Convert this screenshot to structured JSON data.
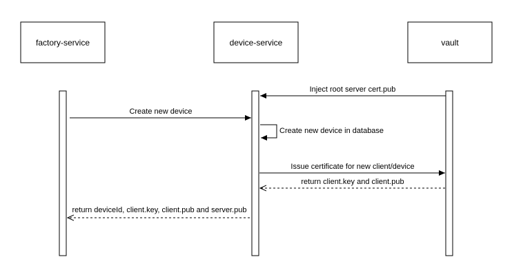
{
  "actors": {
    "factory": {
      "label": "factory-service"
    },
    "device": {
      "label": "device-service"
    },
    "vault": {
      "label": "vault"
    }
  },
  "messages": [
    {
      "from": "vault",
      "to": "device",
      "label": "Inject root server cert.pub",
      "style": "solid"
    },
    {
      "from": "factory",
      "to": "device",
      "label": "Create new device",
      "style": "solid"
    },
    {
      "from": "device",
      "to": "device",
      "label": "Create new device in database",
      "style": "solid"
    },
    {
      "from": "device",
      "to": "vault",
      "label": "Issue certificate for new client/device",
      "style": "solid"
    },
    {
      "from": "vault",
      "to": "device",
      "label": "return client.key and client.pub",
      "style": "dashed"
    },
    {
      "from": "device",
      "to": "factory",
      "label": "return deviceId, client.key, client.pub and server.pub",
      "style": "dashed"
    }
  ],
  "colors": {
    "line": "#000000",
    "background": "#ffffff"
  }
}
